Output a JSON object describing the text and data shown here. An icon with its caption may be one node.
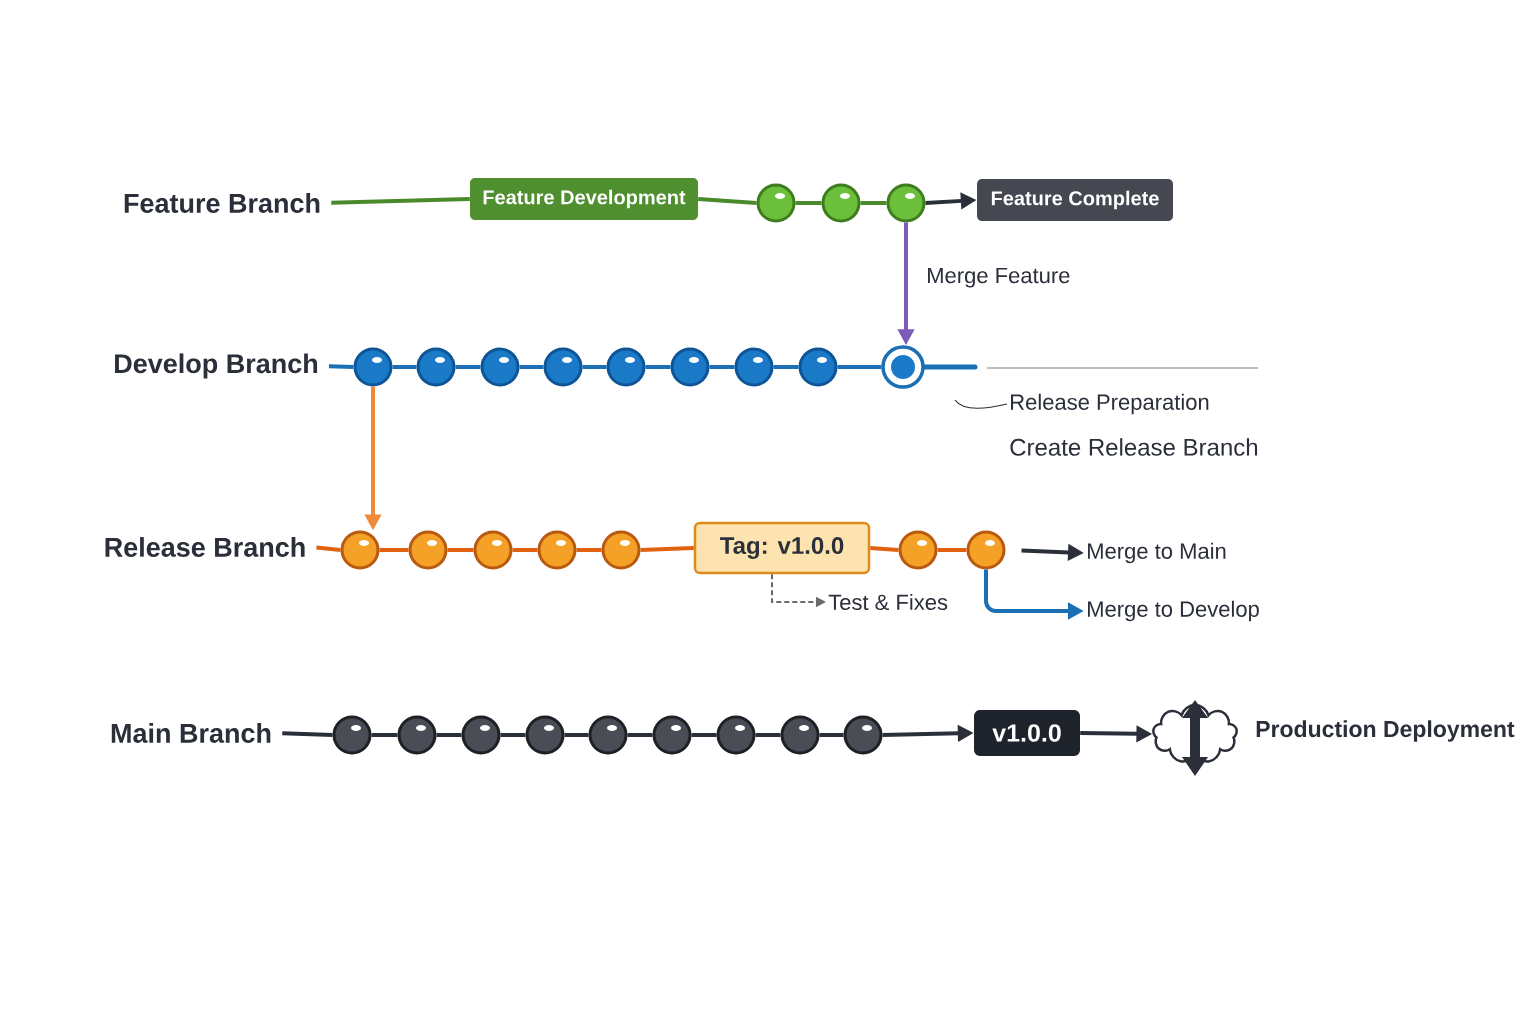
{
  "diagram": {
    "nodes": [
      {
        "text": [
          "Feature Branch"
        ]
      },
      {
        "text": [
          "Feature Development"
        ]
      },
      {
        "text": [],
        "shape": "circle"
      },
      {
        "text": [],
        "shape": "circle"
      },
      {
        "text": [],
        "shape": "circle"
      },
      {
        "text": [
          "Feature Complete"
        ]
      },
      {
        "text": [
          "Develop Branch"
        ]
      },
      {
        "text": [],
        "shape": "circle"
      },
      {
        "text": [],
        "shape": "circle"
      },
      {
        "text": [],
        "shape": "circle"
      },
      {
        "text": [],
        "shape": "circle"
      },
      {
        "text": [],
        "shape": "circle"
      },
      {
        "text": [],
        "shape": "circle"
      },
      {
        "text": [],
        "shape": "circle"
      },
      {
        "text": [],
        "shape": "circle"
      },
      {
        "text": [],
        "shape": "circle"
      },
      {
        "text": [
          "Release Branch"
        ]
      },
      {
        "text": [],
        "shape": "circle"
      },
      {
        "text": [],
        "shape": "circle"
      },
      {
        "text": [],
        "shape": "circle"
      },
      {
        "text": [],
        "shape": "circle"
      },
      {
        "text": [],
        "shape": "circle"
      },
      {
        "text": [
          "Tag: v1.0.0"
        ]
      },
      {
        "text": [],
        "shape": "circle"
      },
      {
        "text": [],
        "shape": "circle"
      },
      {
        "text": [
          "Merge to Main"
        ]
      },
      {
        "text": [
          "Merge to Develop"
        ]
      },
      {
        "text": [
          "Main Branch"
        ]
      },
      {
        "text": [],
        "shape": "circle"
      },
      {
        "text": [],
        "shape": "circle"
      },
      {
        "text": [],
        "shape": "circle"
      },
      {
        "text": [],
        "shape": "circle"
      },
      {
        "text": [],
        "shape": "circle"
      },
      {
        "text": [],
        "shape": "circle"
      },
      {
        "text": [],
        "shape": "circle"
      },
      {
        "text": [],
        "shape": "circle"
      },
      {
        "text": [],
        "shape": "circle"
      },
      {
        "text": [
          "v1.0.0"
        ]
      },
      {
        "text": [],
        "shape": "cloud",
        "beside": [
          "Production Deployment"
        ]
      },
      {
        "text": [
          "Test & Fixes"
        ]
      },
      {
        "text": [
          "Release Preparation"
        ]
      }
    ],
    "edges": [
      {
        "from": 0,
        "to": 1,
        "arrow": "none",
        "color": "#4a8a2a"
      },
      {
        "from": 1,
        "to": 2,
        "arrow": "none",
        "color": "#4a8a2a"
      },
      {
        "from": 2,
        "to": 3,
        "arrow": "none",
        "color": "#4a8a2a"
      },
      {
        "from": 3,
        "to": 4,
        "arrow": "none",
        "color": "#4a8a2a"
      },
      {
        "from": 4,
        "to": 5,
        "arrow": "to"
      },
      {
        "from": 4,
        "to": 15,
        "arrow": "to",
        "label": "Merge Feature",
        "color": "#7b5cb8"
      },
      {
        "from": 6,
        "to": 7,
        "arrow": "none",
        "color": "#1a6fb5"
      },
      {
        "from": 7,
        "to": 8,
        "arrow": "none",
        "color": "#1a6fb5"
      },
      {
        "from": 8,
        "to": 9,
        "arrow": "none",
        "color": "#1a6fb5"
      },
      {
        "from": 9,
        "to": 10,
        "arrow": "none",
        "color": "#1a6fb5"
      },
      {
        "from": 10,
        "to": 11,
        "arrow": "none",
        "color": "#1a6fb5"
      },
      {
        "from": 11,
        "to": 12,
        "arrow": "none",
        "color": "#1a6fb5"
      },
      {
        "from": 12,
        "to": 13,
        "arrow": "none",
        "color": "#1a6fb5"
      },
      {
        "from": 13,
        "to": 14,
        "arrow": "none",
        "color": "#1a6fb5"
      },
      {
        "from": 14,
        "to": 15,
        "arrow": "none",
        "color": "#1a6fb5"
      },
      {
        "from": 7,
        "to": 17,
        "arrow": "to",
        "color": "#f08a3a"
      },
      {
        "from": 16,
        "to": 17,
        "arrow": "none",
        "color": "#e0620e"
      },
      {
        "from": 17,
        "to": 18,
        "arrow": "none",
        "color": "#e0620e"
      },
      {
        "from": 18,
        "to": 19,
        "arrow": "none",
        "color": "#e0620e"
      },
      {
        "from": 19,
        "to": 20,
        "arrow": "none",
        "color": "#e0620e"
      },
      {
        "from": 20,
        "to": 21,
        "arrow": "none",
        "color": "#e0620e"
      },
      {
        "from": 21,
        "to": 22,
        "arrow": "none",
        "color": "#e0620e"
      },
      {
        "from": 22,
        "to": 23,
        "arrow": "none",
        "color": "#e0620e"
      },
      {
        "from": 23,
        "to": 24,
        "arrow": "none",
        "color": "#e0620e"
      },
      {
        "from": 22,
        "to": 39,
        "arrow": "to",
        "style": "dashed",
        "color": "#6b6b6b"
      },
      {
        "from": 24,
        "to": 25,
        "arrow": "to"
      },
      {
        "from": 24,
        "to": 26,
        "arrow": "to",
        "color": "#1a6fb5"
      },
      {
        "from": 27,
        "to": 28,
        "arrow": "none"
      },
      {
        "from": 28,
        "to": 29,
        "arrow": "none"
      },
      {
        "from": 29,
        "to": 30,
        "arrow": "none"
      },
      {
        "from": 30,
        "to": 31,
        "arrow": "none"
      },
      {
        "from": 31,
        "to": 32,
        "arrow": "none"
      },
      {
        "from": 32,
        "to": 33,
        "arrow": "none"
      },
      {
        "from": 33,
        "to": 34,
        "arrow": "none"
      },
      {
        "from": 34,
        "to": 35,
        "arrow": "none"
      },
      {
        "from": 35,
        "to": 36,
        "arrow": "none"
      },
      {
        "from": 36,
        "to": 37,
        "arrow": "to"
      },
      {
        "from": 37,
        "to": 38,
        "arrow": "to"
      },
      {
        "from": 40,
        "to": null,
        "arrow": "none"
      }
    ],
    "labels": [
      "Create Release Branch"
    ]
  }
}
